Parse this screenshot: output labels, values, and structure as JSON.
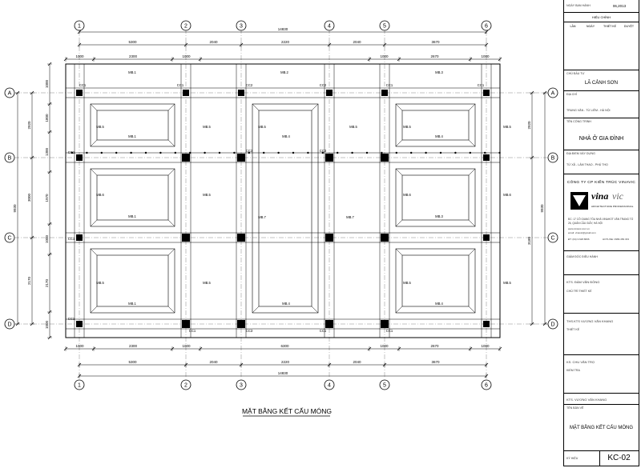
{
  "drawing": {
    "title": "MẶT BẰNG KẾT CẤU MÓNG",
    "top_dims_outer": [
      "14830"
    ],
    "top_dims_mid": [
      "5300",
      "2040",
      "2220",
      "2040",
      "3670"
    ],
    "top_dims_inner": [
      "1000",
      "2300",
      "1000",
      "1000",
      "2670",
      "1000"
    ],
    "bottom_dims_inner": [
      "1000",
      "2300",
      "1000",
      "6300",
      "1000",
      "2670",
      "1000"
    ],
    "bottom_dims_mid": [
      "5300",
      "2040",
      "2220",
      "2040",
      "3670"
    ],
    "bottom_dims_outer": [
      "14830"
    ],
    "left_dims_outer": [
      "9930"
    ],
    "left_dims_mid": [
      "2920",
      "3000",
      "2170"
    ],
    "left_dims_inner": [
      "1000",
      "1800",
      "1300",
      "1970",
      "1000",
      "2170",
      "1000"
    ],
    "right_dims_outer": [
      "9930"
    ],
    "right_dims_mid": [
      "2920",
      "3180"
    ],
    "col_axes": [
      "1",
      "2",
      "3",
      "4",
      "5",
      "6"
    ],
    "row_axes": [
      "A",
      "B",
      "C",
      "D"
    ],
    "beam_labels": {
      "mb1": "MB.1",
      "mb2": "MB.2",
      "mb3": "MB.3",
      "mb4": "MB.4",
      "mb5": "MB.5",
      "mb6": "MB.6",
      "mb7": "MB.7"
    },
    "column_labels": {
      "c1": "CC1",
      "c2": "CC2",
      "c3": "CC3"
    }
  },
  "title_block": {
    "date_label": "NGÀY BAN HÀNH",
    "date_value": "06,2013",
    "revision_title": "HIỆU CHỈNH",
    "rev_headers": [
      "LẦN",
      "NGÀY",
      "THIẾT KẾ",
      "DUYỆT"
    ],
    "owner_label": "CHỦ ĐẦU TƯ",
    "owner_value": "LÃ CẢNH SƠN",
    "address_label": "ĐỊA CHỈ",
    "address_value": "TRUNG VĂN - TỪ LIÊM - HÀ NỘI",
    "project_label": "TÊN CÔNG TRÌNH",
    "project_value": "NHÀ Ở GIA ĐÌNH",
    "site_label": "ĐỊA ĐIỂM XÂY DỰNG",
    "site_value": "TỨ XÃ - LÂM THAO - PHÚ THỌ",
    "company": "CÔNG TY CP KIẾN TRÚC VINAVIC",
    "logo_text_left": "vina",
    "logo_text_right": "vic",
    "logo_sub": "ARCHITECTURE PROFESSIONAL",
    "company_address": "ĐC: 17 CÔ GIANG TÒA NHÀ VINAHOT VĂN TRANG TỔ 26, QUÂN CẦU GIẤY, HÀ NỘI",
    "company_web": "www.vinavic.com.vn",
    "company_email": "email: vinavic@gmail.com",
    "company_phone": "ĐT: (04) 3.628.8096",
    "company_mobile": "HOTLINE: 0989.456.333",
    "director_label": "GIÁM ĐỐC ĐIỀU HÀNH",
    "designer1_name": "KTS. ĐÀM VĂN ĐỒNG",
    "designer1_role": "CHỦ TRÌ THIẾT KẾ",
    "designer2_name": "THS.KTS VƯƠNG VĂN KHANG",
    "designer2_role": "THIẾT KẾ",
    "engineer_name": "KS. CHU VĂN TRỌ",
    "engineer_role": "KIỂM TRA",
    "drafter_name": "KTS. VƯƠNG VĂN KHANG",
    "drawing_name_label": "TÊN BẢN VẼ",
    "drawing_name_value": "MẶT BẰNG KẾT CẤU MÓNG",
    "sheet_label": "KÝ HIỆU",
    "sheet_value": "KC-02"
  }
}
